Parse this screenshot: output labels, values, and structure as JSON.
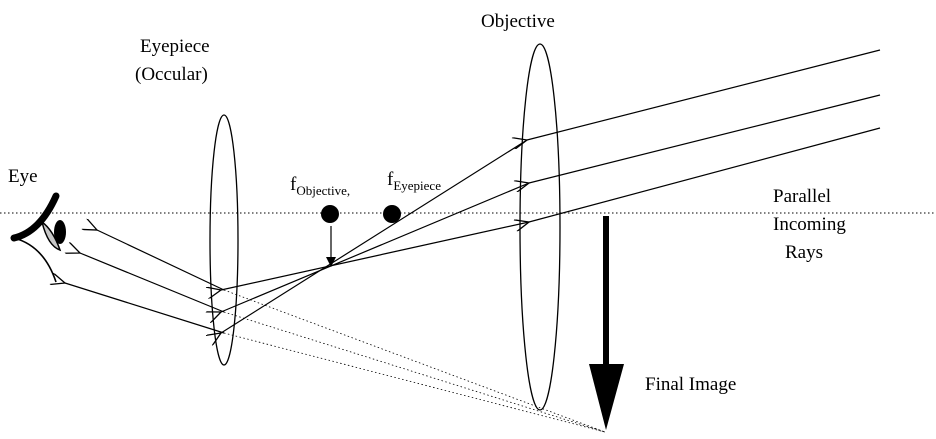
{
  "labels": {
    "eyepiece_line1": "Eyepiece",
    "eyepiece_line2": "(Occular)",
    "objective": "Objective",
    "eye": "Eye",
    "f_objective_main": "f",
    "f_objective_sub": "Objective,",
    "f_eyepiece_main": "f",
    "f_eyepiece_sub": "Eyepiece",
    "rays_line1": "Parallel",
    "rays_line2": "Incoming",
    "rays_line3": "Rays",
    "final_image": "Final Image"
  },
  "colors": {
    "ink": "#000000",
    "eye_iris": "#c8c8c8"
  }
}
